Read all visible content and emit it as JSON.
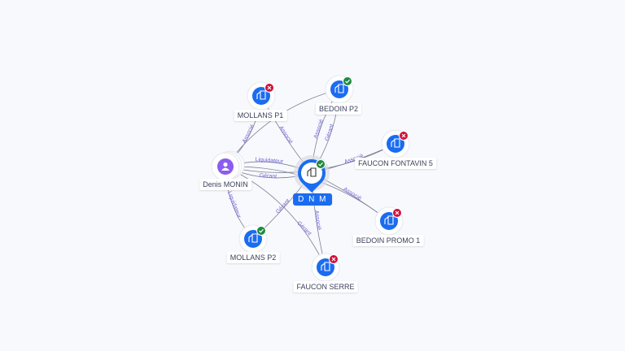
{
  "center": {
    "id": "dnm",
    "label": "D N M",
    "status": "active"
  },
  "person": {
    "id": "denis",
    "label": "Denis MONIN"
  },
  "companies": [
    {
      "id": "mp1",
      "label": "MOLLANS P1",
      "status": "closed"
    },
    {
      "id": "bp2",
      "label": "BEDOIN P2",
      "status": "active"
    },
    {
      "id": "ff5",
      "label": "FAUCON FONTAVIN 5",
      "status": "closed"
    },
    {
      "id": "bpr",
      "label": "BEDOIN PROMO 1",
      "status": "closed"
    },
    {
      "id": "fs",
      "label": "FAUCON SERRE",
      "status": "closed"
    },
    {
      "id": "mp2",
      "label": "MOLLANS P2",
      "status": "active"
    }
  ],
  "edges": [
    {
      "from": "dnm",
      "to": "mp1",
      "label": "Associé"
    },
    {
      "from": "dnm",
      "to": "bp2",
      "label": "Gérant"
    },
    {
      "from": "dnm",
      "to": "bp2",
      "label": "Associé"
    },
    {
      "from": "dnm",
      "to": "ff5",
      "label": "Associé"
    },
    {
      "from": "dnm",
      "to": "bpr",
      "label": "Associé"
    },
    {
      "from": "dnm",
      "to": "fs",
      "label": "Associé"
    },
    {
      "from": "dnm",
      "to": "mp2",
      "label": "Gérant"
    },
    {
      "from": "denis",
      "to": "dnm",
      "label": "Gérant"
    },
    {
      "from": "denis",
      "to": "dnm",
      "label": "Liquidateur"
    },
    {
      "from": "denis",
      "to": "mp1",
      "label": "Associé"
    },
    {
      "from": "denis",
      "to": "bp2",
      "label": ""
    },
    {
      "from": "denis",
      "to": "ff5",
      "label": "Liquidateur"
    },
    {
      "from": "denis",
      "to": "bpr",
      "label": ""
    },
    {
      "from": "denis",
      "to": "mp2",
      "label": "Liquidateur"
    },
    {
      "from": "denis",
      "to": "fs",
      "label": "Gérant"
    }
  ],
  "colors": {
    "accent": "#1a6cf0",
    "active": "#1e8a3e",
    "closed": "#d0103a",
    "person": "#8a5cf0",
    "edge": "#7c8096",
    "edge_label": "#6b63d9"
  }
}
